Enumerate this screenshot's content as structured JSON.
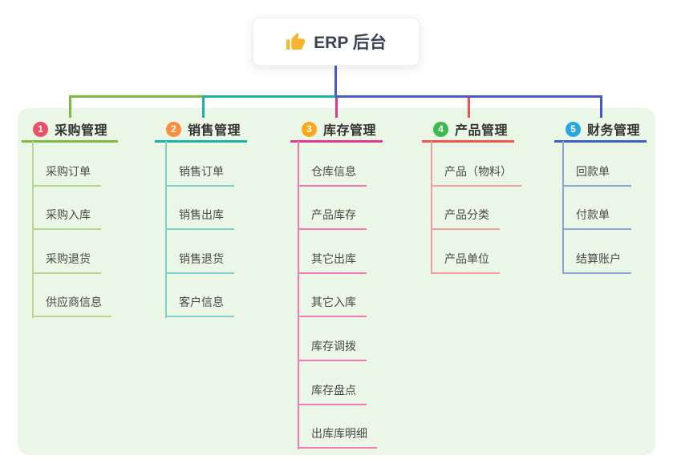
{
  "root": {
    "title": "ERP 后台",
    "icon": "thumbs-up-icon"
  },
  "branches": [
    {
      "num": "1",
      "label": "采购管理",
      "accent_color": "#7cba40",
      "light_color": "#b5d98c",
      "badge_color": "#ee4f68",
      "children": [
        "采购订单",
        "采购入库",
        "采购退货",
        "供应商信息"
      ]
    },
    {
      "num": "2",
      "label": "销售管理",
      "accent_color": "#1ab1a6",
      "light_color": "#7ed1c7",
      "badge_color": "#fb8e3e",
      "children": [
        "销售订单",
        "销售出库",
        "销售退货",
        "客户信息"
      ]
    },
    {
      "num": "3",
      "label": "库存管理",
      "accent_color": "#e13a90",
      "light_color": "#f17ab4",
      "badge_color": "#f9a71f",
      "children": [
        "仓库信息",
        "产品库存",
        "其它出库",
        "其它入库",
        "库存调拨",
        "库存盘点",
        "出库库明细"
      ]
    },
    {
      "num": "4",
      "label": "产品管理",
      "accent_color": "#f2534e",
      "light_color": "#f49d9a",
      "badge_color": "#3cb94e",
      "children": [
        "产品（物料）",
        "产品分类",
        "产品单位"
      ]
    },
    {
      "num": "5",
      "label": "财务管理",
      "accent_color": "#3e5fc7",
      "light_color": "#8fa3d9",
      "badge_color": "#2aa7dd",
      "children": [
        "回款单",
        "付款单",
        "结算账户"
      ]
    }
  ],
  "connector_color": "#4a5bc8",
  "panel_color": "#eaf6e6"
}
